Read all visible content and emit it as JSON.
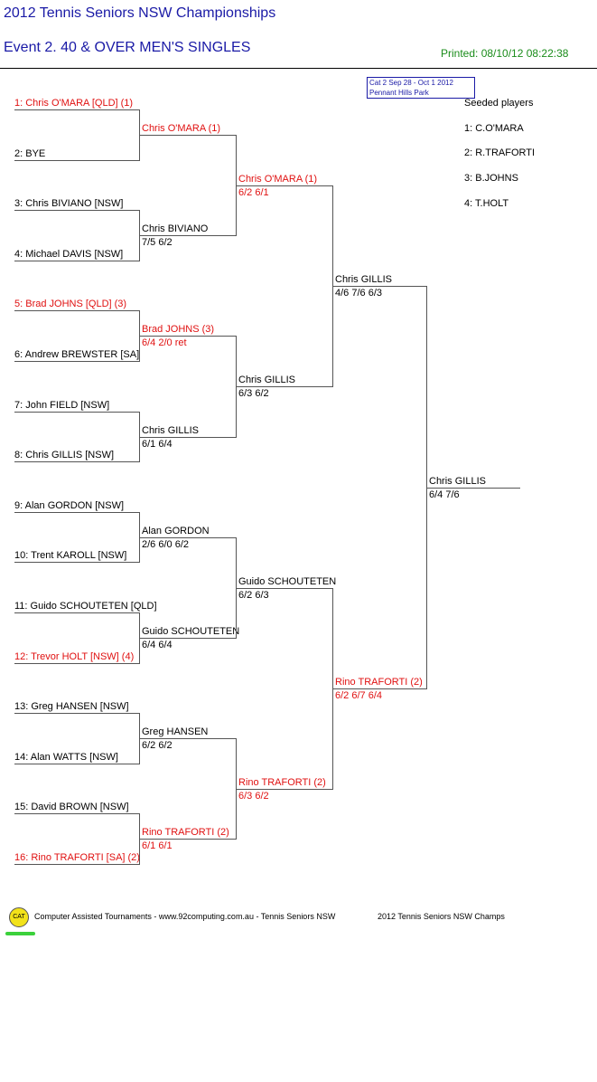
{
  "header": {
    "title": "2012 Tennis Seniors NSW Championships",
    "event": "Event 2. 40 & OVER MEN'S SINGLES",
    "printed": "Printed: 08/10/12 08:22:38"
  },
  "info": {
    "line1": "Cat 2   Sep 28 - Oct 1 2012",
    "line2": "Pennant Hills Park"
  },
  "seeds": {
    "heading": "Seeded players",
    "list": [
      "1: C.O'MARA",
      "2: R.TRAFORTI",
      "3: B.JOHNS",
      "4: T.HOLT"
    ]
  },
  "round1": [
    {
      "label": "1: Chris O'MARA [QLD] (1)",
      "seeded": true
    },
    {
      "label": "2: BYE",
      "seeded": false
    },
    {
      "label": "3: Chris BIVIANO [NSW]",
      "seeded": false
    },
    {
      "label": "4: Michael DAVIS [NSW]",
      "seeded": false
    },
    {
      "label": "5: Brad JOHNS [QLD] (3)",
      "seeded": true
    },
    {
      "label": "6: Andrew BREWSTER [SA]",
      "seeded": false
    },
    {
      "label": "7: John FIELD [NSW]",
      "seeded": false
    },
    {
      "label": "8: Chris GILLIS [NSW]",
      "seeded": false
    },
    {
      "label": "9: Alan GORDON [NSW]",
      "seeded": false
    },
    {
      "label": "10: Trent KAROLL [NSW]",
      "seeded": false
    },
    {
      "label": "11: Guido SCHOUTETEN [QLD]",
      "seeded": false
    },
    {
      "label": "12: Trevor HOLT [NSW] (4)",
      "seeded": true
    },
    {
      "label": "13: Greg HANSEN [NSW]",
      "seeded": false
    },
    {
      "label": "14: Alan WATTS [NSW]",
      "seeded": false
    },
    {
      "label": "15: David BROWN [NSW]",
      "seeded": false
    },
    {
      "label": "16: Rino TRAFORTI [SA] (2)",
      "seeded": true
    }
  ],
  "round2": [
    {
      "name": "Chris O'MARA (1)",
      "score": "",
      "seeded": true
    },
    {
      "name": "Chris BIVIANO",
      "score": "7/5 6/2",
      "seeded": false
    },
    {
      "name": "Brad JOHNS (3)",
      "score": "6/4 2/0 ret",
      "seeded": true
    },
    {
      "name": "Chris GILLIS",
      "score": "6/1 6/4",
      "seeded": false
    },
    {
      "name": "Alan GORDON",
      "score": "2/6 6/0 6/2",
      "seeded": false
    },
    {
      "name": "Guido SCHOUTETEN",
      "score": "6/4 6/4",
      "seeded": false
    },
    {
      "name": "Greg HANSEN",
      "score": "6/2 6/2",
      "seeded": false
    },
    {
      "name": "Rino TRAFORTI (2)",
      "score": "6/1 6/1",
      "seeded": true
    }
  ],
  "quarterfinals": [
    {
      "name": "Chris O'MARA (1)",
      "score": "6/2 6/1",
      "seeded": true
    },
    {
      "name": "Chris GILLIS",
      "score": "6/3 6/2",
      "seeded": false
    },
    {
      "name": "Guido SCHOUTETEN",
      "score": "6/2 6/3",
      "seeded": false
    },
    {
      "name": "Rino TRAFORTI (2)",
      "score": "6/3 6/2",
      "seeded": true
    }
  ],
  "semifinals": [
    {
      "name": "Chris GILLIS",
      "score": "4/6 7/6 6/3",
      "seeded": false
    },
    {
      "name": "Rino TRAFORTI (2)",
      "score": "6/2 6/7 6/4",
      "seeded": true
    }
  ],
  "final": {
    "name": "Chris GILLIS",
    "score": "6/4 7/6",
    "seeded": false
  },
  "footer": {
    "logo": "CAT",
    "credit": "Computer Assisted Tournaments - www.92computing.com.au -  Tennis Seniors NSW",
    "champs": "2012 Tennis Seniors NSW Champs"
  },
  "colors": {
    "title": "#1a1aa6",
    "seeded": "#e01010",
    "printed": "#1a8c1a"
  }
}
